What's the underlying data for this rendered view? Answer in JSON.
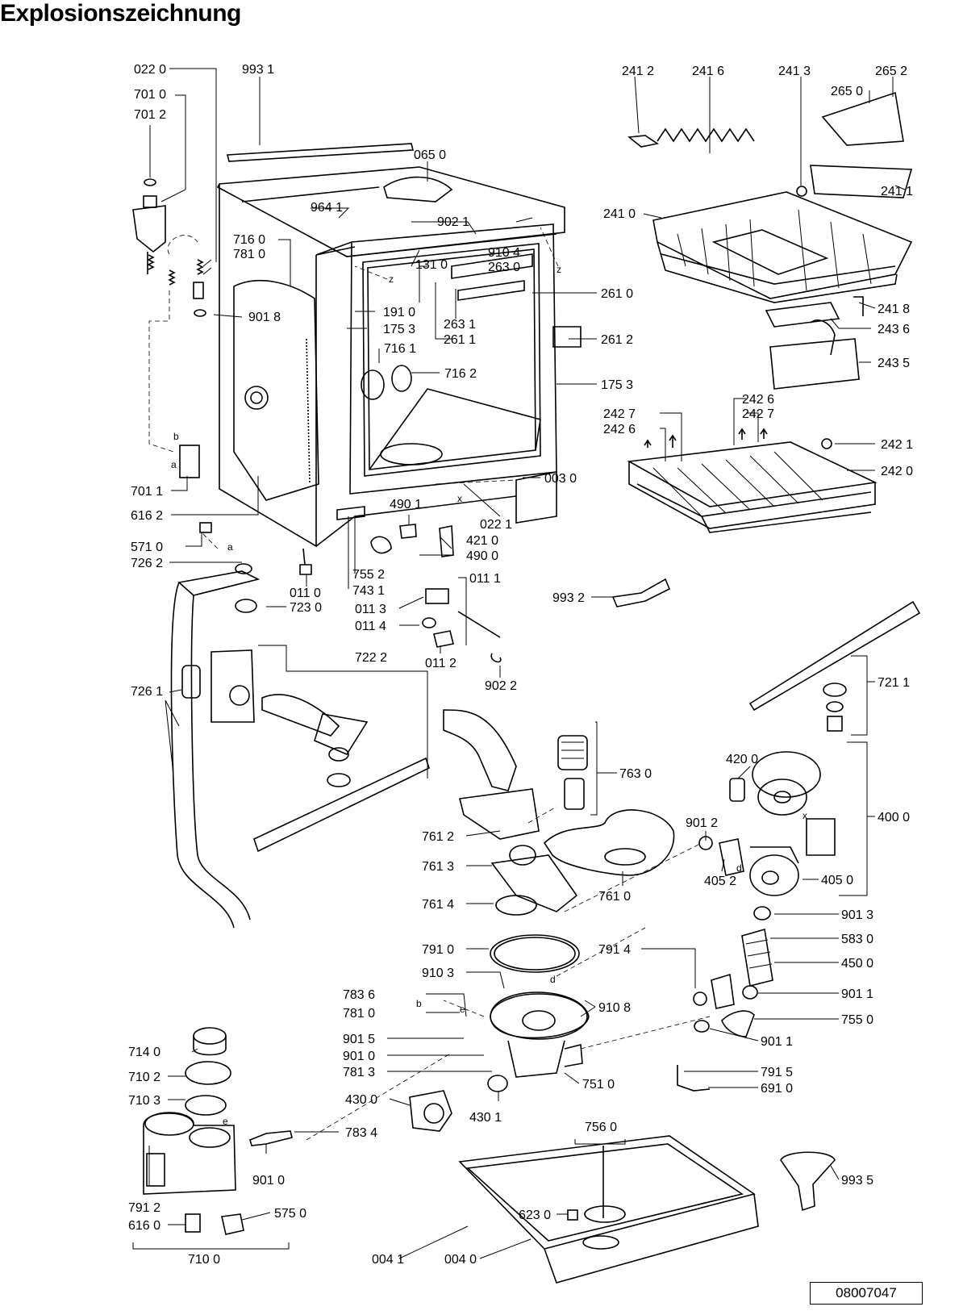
{
  "title": "Explosionszeichnung",
  "reference": "08007047",
  "labels": {
    "l0220": "022 0",
    "l9931": "993 1",
    "l7010": "701 0",
    "l7012": "701 2",
    "l0650": "065 0",
    "l9641": "964 1",
    "l9021": "902 1",
    "l7160": "716 0",
    "l7810a": "781 0",
    "l9104": "910 4",
    "l1310": "131 0",
    "l2630": "263 0",
    "l2610": "261 0",
    "l9018": "901 8",
    "l1910": "191 0",
    "l1753a": "175 3",
    "l2631": "263 1",
    "l2611": "261 1",
    "l2612": "261 2",
    "l7161": "716 1",
    "l7162": "716 2",
    "l1753b": "175 3",
    "l0030": "003 0",
    "l7011": "701 1",
    "l6162": "616 2",
    "l0221": "022 1",
    "l4901": "490 1",
    "l4210": "421 0",
    "l4900": "490 0",
    "l5710": "571 0",
    "l7262": "726 2",
    "l0110": "011 0",
    "l7552": "755 2",
    "l7431": "743 1",
    "l0111": "011 1",
    "l7230": "723 0",
    "l0113": "011 3",
    "l0114": "011 4",
    "l0112": "011 2",
    "l9022": "902 2",
    "l7222": "722 2",
    "l7261": "726 1",
    "l2412": "241 2",
    "l2416": "241 6",
    "l2413": "241 3",
    "l2652": "265 2",
    "l2650": "265 0",
    "l2411": "241 1",
    "l2410": "241 0",
    "l2418": "241 8",
    "l2436": "243 6",
    "l2435": "243 5",
    "l2427a": "242 7",
    "l2426a": "242 6",
    "l2426b": "242 6",
    "l2427b": "242 7",
    "l2421": "242 1",
    "l2420": "242 0",
    "l9932": "993 2",
    "l7211": "721 1",
    "l7630": "763 0",
    "l4200": "420 0",
    "l4000": "400 0",
    "l7612": "761 2",
    "l9012": "901 2",
    "l7613": "761 3",
    "l4052": "405 2",
    "l4050": "405 0",
    "l7610": "761 0",
    "l7614": "761 4",
    "l9013": "901 3",
    "l7910": "791 0",
    "l7914": "791 4",
    "l5830": "583 0",
    "l4500": "450 0",
    "l9103": "910 3",
    "l7836": "783 6",
    "l9108": "910 8",
    "l9011a": "901 1",
    "l7810b": "781 0",
    "l7550": "755 0",
    "l9015": "901 5",
    "l9011b": "901 1",
    "l9010a": "901 0",
    "l7813": "781 3",
    "l7915": "791 5",
    "l7140": "714 0",
    "l7510": "751 0",
    "l6910": "691 0",
    "l7102": "710 2",
    "l4300": "430 0",
    "l4301": "430 1",
    "l7103": "710 3",
    "l7834": "783 4",
    "l7560": "756 0",
    "l9010b": "901 0",
    "l9935": "993 5",
    "l7912": "791 2",
    "l5750": "575 0",
    "l6230": "623 0",
    "l6160": "616 0",
    "l7100": "710 0",
    "l0041": "004 1",
    "l0040": "004 0"
  },
  "markers": {
    "z1": "z",
    "z2": "z",
    "x1": "x",
    "x2": "x",
    "a1": "a",
    "a2": "a",
    "b1": "b",
    "b2": "b",
    "d1": "d",
    "d2": "d",
    "e1": "e",
    "e2": "e"
  }
}
